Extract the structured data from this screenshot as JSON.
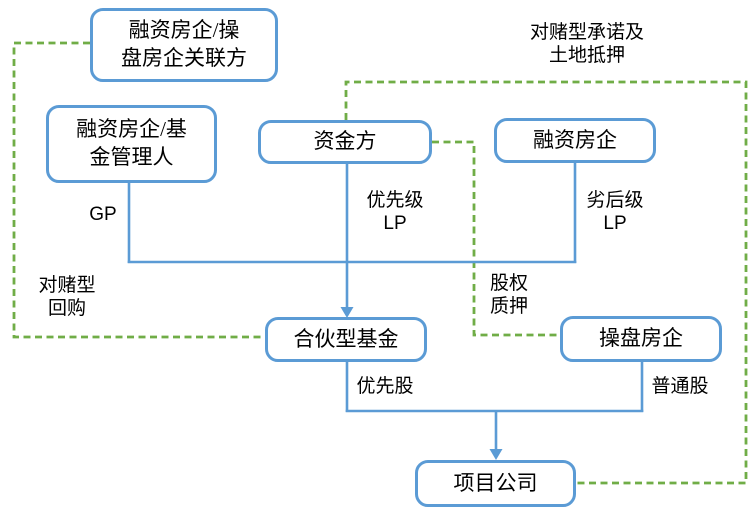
{
  "colors": {
    "box_border_blue": "#5B9BD5",
    "connector_blue": "#5B9BD5",
    "connector_green_dashed": "#70AD47",
    "text": "#000000",
    "background": "#FFFFFF"
  },
  "boxes": {
    "affiliate": {
      "line1": "融资房企/操",
      "line2": "盘房企关联方"
    },
    "fund_manager": {
      "line1": "融资房企/基",
      "line2": "金管理人"
    },
    "capital": {
      "label": "资金方"
    },
    "financing": {
      "label": "融资房企"
    },
    "fund": {
      "label": "合伙型基金"
    },
    "operator": {
      "label": "操盘房企"
    },
    "project": {
      "label": "项目公司"
    }
  },
  "labels": {
    "gp": "GP",
    "senior_lp_line1": "优先级",
    "senior_lp_line2": "LP",
    "junior_lp_line1": "劣后级",
    "junior_lp_line2": "LP",
    "repurchase_line1": "对赌型",
    "repurchase_line2": "回购",
    "pledge_line1": "股权",
    "pledge_line2": "质押",
    "preferred_stock": "优先股",
    "common_stock": "普通股",
    "commitment_line1": "对赌型承诺及",
    "commitment_line2": "土地抵押"
  }
}
